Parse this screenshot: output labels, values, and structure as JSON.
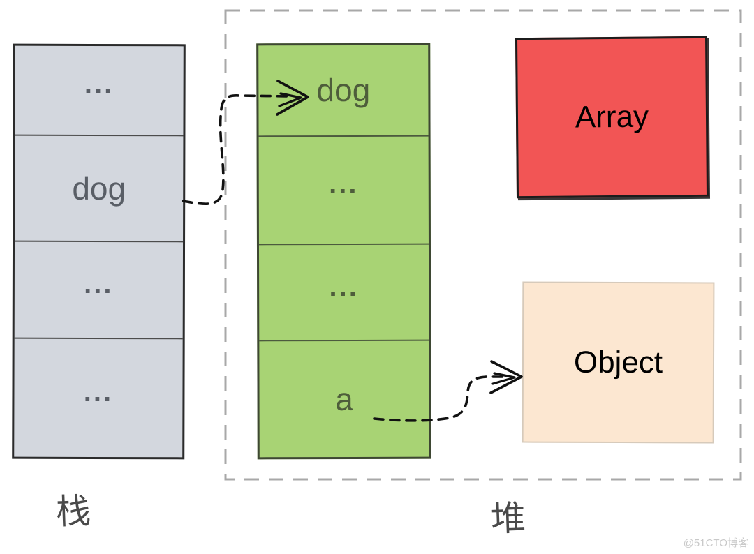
{
  "diagram": {
    "stack": {
      "label": "栈",
      "cells": [
        "...",
        "dog",
        "...",
        "..."
      ]
    },
    "heap": {
      "label": "堆",
      "array_cells": [
        "dog",
        "...",
        "...",
        "a"
      ],
      "array_box_label": "Array",
      "object_box_label": "Object"
    },
    "arrows": [
      {
        "name": "stack-dog-to-heap-dog",
        "from": "stack cell dog",
        "to": "heap array cell dog"
      },
      {
        "name": "heap-a-to-object",
        "from": "heap array cell a",
        "to": "Object box"
      }
    ],
    "watermark": "@51CTO博客",
    "colors": {
      "stack_fill": "#d3d7de",
      "array_cells_fill": "#a8d374",
      "array_box_fill": "#f25555",
      "object_box_fill": "#fce7d1",
      "heap_dashed_border": "#a8a8a8",
      "arrow_stroke": "#111111"
    }
  }
}
